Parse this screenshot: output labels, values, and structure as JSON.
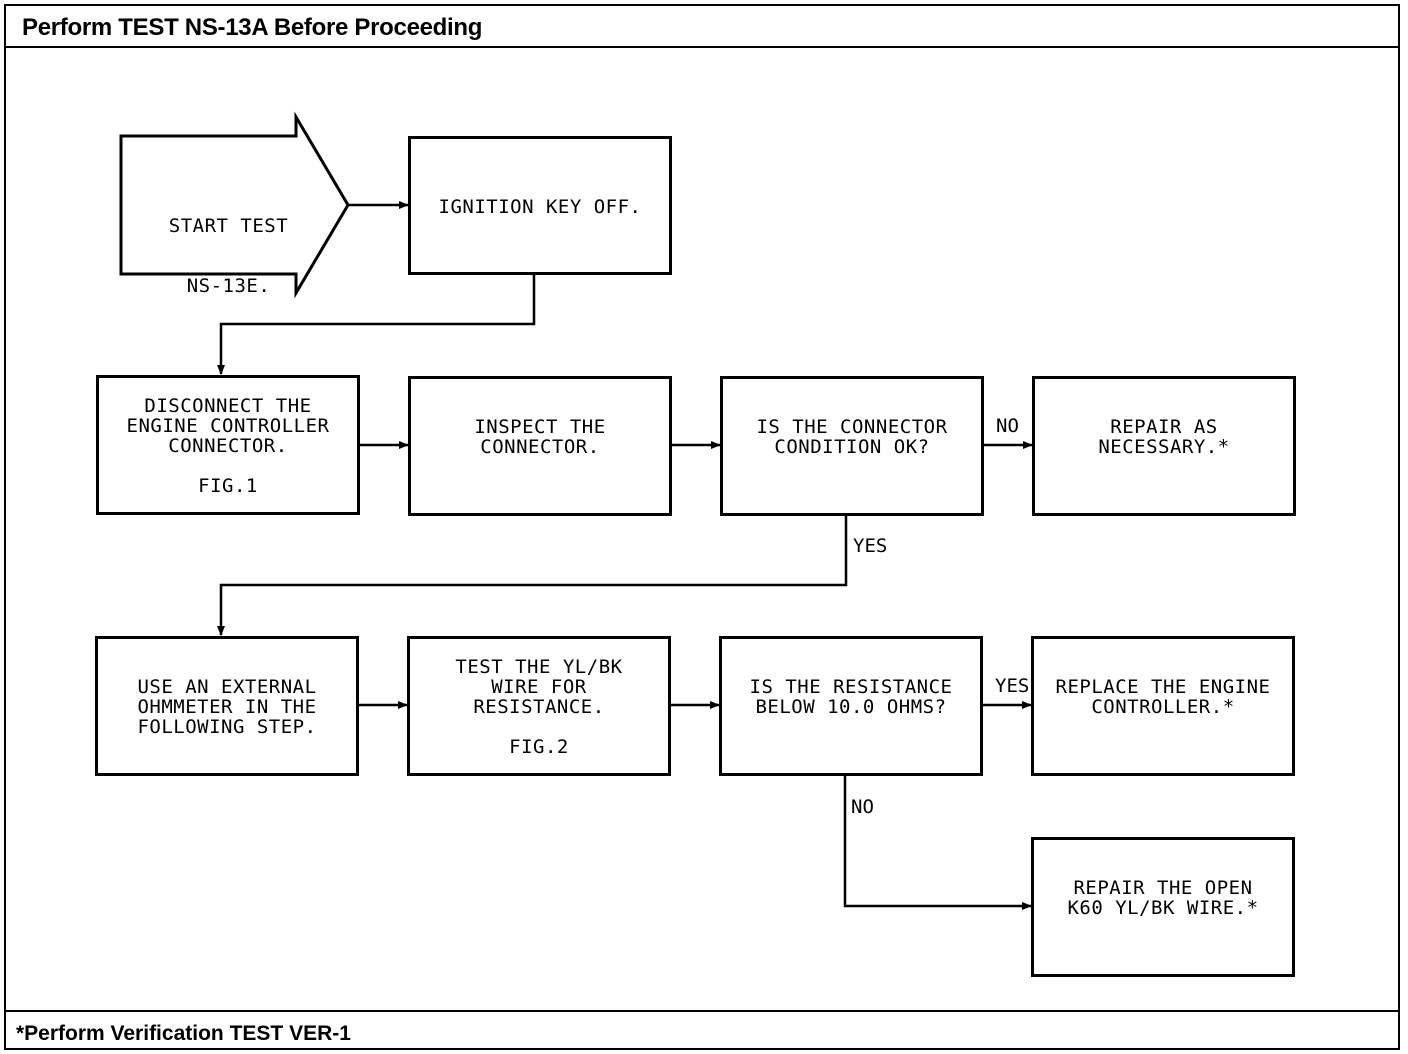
{
  "header": {
    "title": "Perform TEST NS-13A Before Proceeding"
  },
  "footer": {
    "note": "*Perform Verification TEST VER-1"
  },
  "steps": {
    "start": {
      "line1": "START TEST",
      "line2": "NS-13E."
    },
    "ignition": {
      "line1": "IGNITION KEY OFF."
    },
    "disconnect": {
      "line1": "DISCONNECT THE",
      "line2": "ENGINE CONTROLLER",
      "line3": "CONNECTOR.",
      "fig": "FIG.1"
    },
    "inspect": {
      "line1": "INSPECT THE",
      "line2": "CONNECTOR."
    },
    "connector_ok": {
      "line1": "IS THE CONNECTOR",
      "line2": "CONDITION OK?"
    },
    "repair_necessary": {
      "line1": "REPAIR AS",
      "line2": "NECESSARY.*"
    },
    "ohmmeter": {
      "line1": "USE AN EXTERNAL",
      "line2": "OHMMETER IN THE",
      "line3": "FOLLOWING STEP."
    },
    "test_wire": {
      "line1": "TEST THE YL/BK",
      "line2": "WIRE FOR",
      "line3": "RESISTANCE.",
      "fig": "FIG.2"
    },
    "resistance_q": {
      "line1": "IS THE RESISTANCE",
      "line2": "BELOW 10.0 OHMS?"
    },
    "replace": {
      "line1": "REPLACE THE ENGINE",
      "line2": "CONTROLLER.*"
    },
    "repair_open": {
      "line1": "REPAIR THE OPEN",
      "line2": "K60 YL/BK WIRE.*"
    }
  },
  "labels": {
    "no_1": "NO",
    "yes_1": "YES",
    "yes_2": "YES",
    "no_2": "NO"
  }
}
